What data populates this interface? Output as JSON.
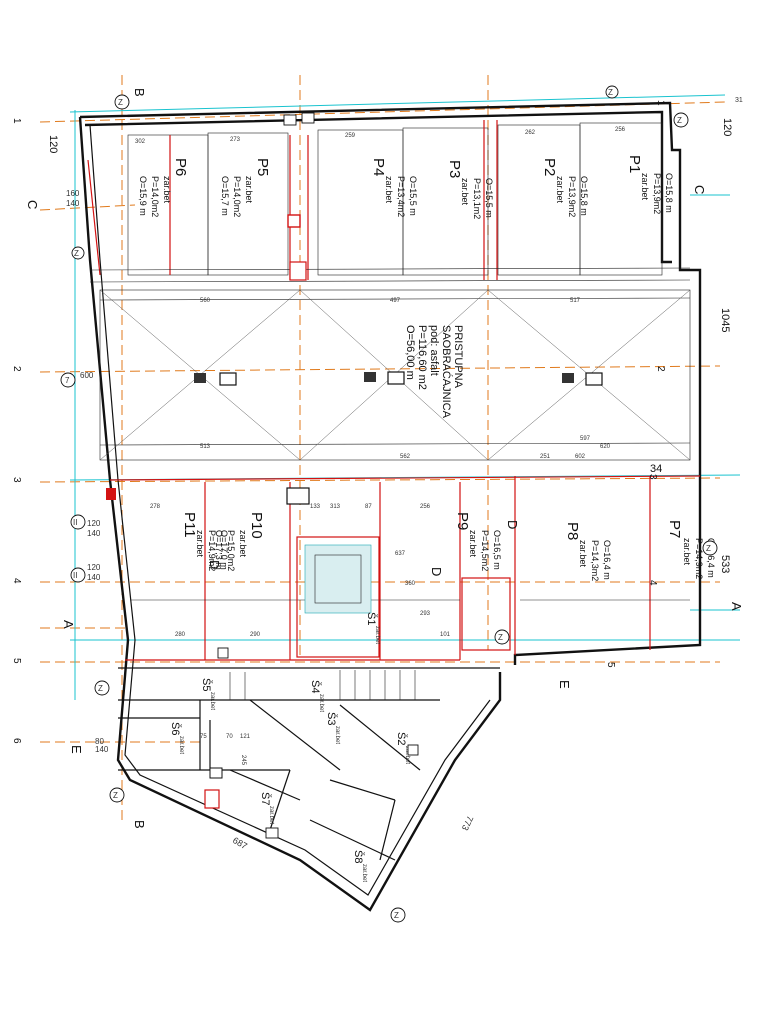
{
  "parking_spaces": [
    {
      "id": "P1",
      "material": "zar.bet",
      "area": "P=13,9m2",
      "perimeter": "O=15,8 m"
    },
    {
      "id": "P2",
      "material": "zar.bet",
      "area": "P=13,9m2",
      "perimeter": "O=15,8 m"
    },
    {
      "id": "P3",
      "material": "zar.bet",
      "area": "P=13,1m2",
      "perimeter": "O=15,5 m"
    },
    {
      "id": "P4",
      "material": "zar.bet",
      "area": "P=13,4m2",
      "perimeter": "O=15,5 m"
    },
    {
      "id": "P5",
      "material": "zar.bet",
      "area": "P=14,0m2",
      "perimeter": "O=15,7 m"
    },
    {
      "id": "P6",
      "material": "zar.bet",
      "area": "P=14,0m2",
      "perimeter": "O=15,9 m"
    },
    {
      "id": "P7",
      "material": "zar.bet",
      "area": "P=14,9m2",
      "perimeter": "O=16,4 m"
    },
    {
      "id": "P8",
      "material": "zar.bet",
      "area": "P=14,3m2",
      "perimeter": "O=16,4 m"
    },
    {
      "id": "P9",
      "material": "zar.bet",
      "area": "P=14,5m2",
      "perimeter": "O=16,5 m"
    },
    {
      "id": "P10",
      "material": "zar.bet",
      "area": "P=15,0m2",
      "perimeter": "O=17,3 m"
    },
    {
      "id": "P11",
      "material": "zar.bet",
      "area": "P=14,9m2",
      "perimeter": "O=17,0 m"
    }
  ],
  "access_road": {
    "line1": "PRISTUPNA",
    "line2": "SAOBRAĆAJNICA",
    "line3": "pod: asfalt",
    "line4": "P=116,60 m2",
    "line5": "O=56,00 m"
  },
  "storage_rooms": [
    {
      "id": "Š1",
      "material": "zar.bet"
    },
    {
      "id": "Š2",
      "material": "zar.bet"
    },
    {
      "id": "Š3",
      "material": "zar.bet"
    },
    {
      "id": "Š4",
      "material": "zar.bet"
    },
    {
      "id": "Š5",
      "material": "zar.bet"
    },
    {
      "id": "Š6",
      "material": "zar.bet"
    },
    {
      "id": "Š7",
      "material": "zar.bet"
    },
    {
      "id": "Š8",
      "material": "zar.bet"
    }
  ],
  "axes": {
    "left_numbers": [
      "1",
      "2",
      "3",
      "4",
      "5",
      "6"
    ],
    "right_numbers": [
      "1",
      "2",
      "3",
      "4",
      "5"
    ],
    "letters_top": "B",
    "letters_bottom": "B",
    "letter_c_left": "C",
    "letter_c_right": "C",
    "letter_a_left": "A",
    "letter_a_right": "A",
    "letter_d_mid": "D",
    "letter_d_mid2": "D",
    "letter_d_upper": "D",
    "letter_e_left": "E",
    "letter_e_right": "E"
  },
  "dimensions": {
    "right_120": "120",
    "right_1045": "1045",
    "right_533": "533",
    "left_120": "120",
    "left_160": "160",
    "left_140": "140",
    "left_600": "600",
    "bottom_687": "687",
    "bottom_773": "773",
    "right_34": "34",
    "right_31": "31",
    "left_120b": "120",
    "left_140b": "140",
    "left_120c": "120",
    "left_140c": "140",
    "left_80": "80",
    "left_140d": "140"
  },
  "markers": {
    "z": "Z",
    "ii": "II",
    "seven": "7"
  },
  "small_dims": [
    "273",
    "259",
    "262",
    "256",
    "302",
    "517",
    "497",
    "560",
    "513",
    "562",
    "620",
    "597",
    "251",
    "602",
    "280",
    "278",
    "290",
    "313",
    "87",
    "256",
    "133",
    "637",
    "360",
    "293",
    "101",
    "121",
    "75",
    "245",
    "70"
  ],
  "colors": {
    "axis": "#e07a1c",
    "wall": "#111111",
    "red_outline": "#d31212",
    "cyan": "#19c3cf"
  }
}
